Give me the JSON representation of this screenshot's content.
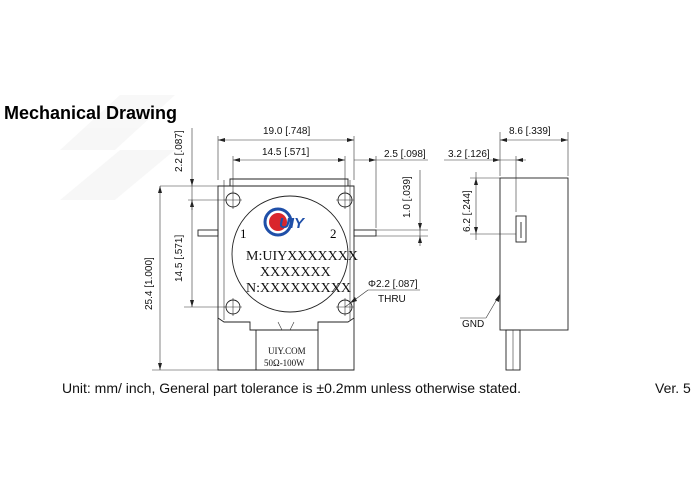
{
  "title": "Mechanical Drawing",
  "footer": {
    "note": "Unit: mm/ inch, General part tolerance is ±0.2mm unless otherwise stated.",
    "version": "Ver. 5"
  },
  "logo": {
    "text": "UIY"
  },
  "part": {
    "line1": "M:UIYXXXXXXX",
    "line2": "XXXXXXX",
    "line3": "N:XXXXXXXXX",
    "port1": "1",
    "port2": "2"
  },
  "load": {
    "line1": "UIY.COM",
    "line2": "50Ω-100W"
  },
  "dims": {
    "width_overall": "19.0 [.748]",
    "hole_spacing_x": "14.5 [.571]",
    "tab_len": "2.5 [.098]",
    "tab_thk": "1.0 [.039]",
    "top_offset": "2.2 [.087]",
    "height_overall": "25.4 [1.000]",
    "hole_spacing_y": "14.5 [.571]",
    "hole_dia": "Φ2.2 [.087]",
    "thru": "THRU",
    "side_width": "8.6 [.339]",
    "side_offset": "3.2 [.126]",
    "side_pin_height": "6.2 [.244]",
    "gnd": "GND"
  }
}
